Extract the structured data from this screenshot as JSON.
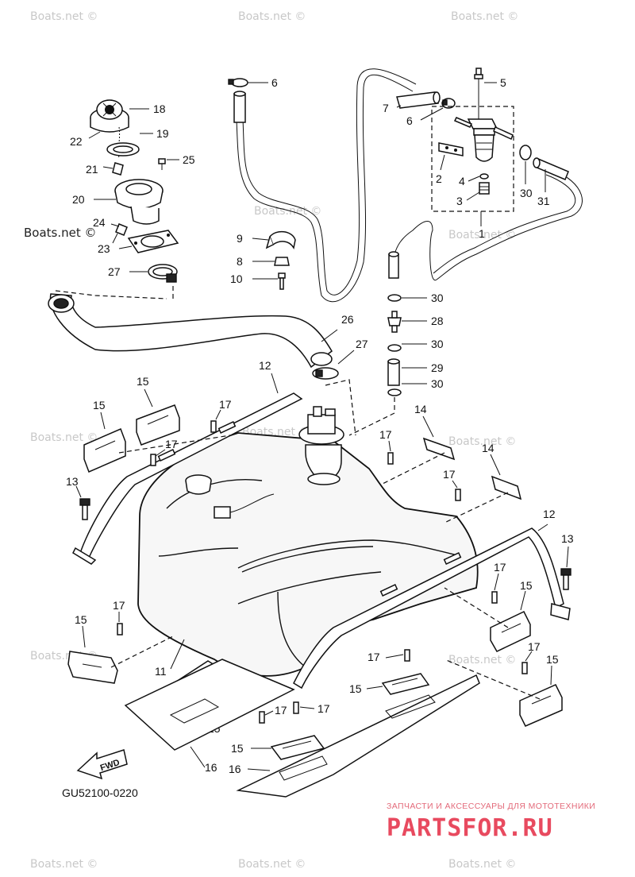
{
  "watermark": {
    "text": "Boats.net ©"
  },
  "diagram": {
    "code": "GU52100-0220",
    "fwd_label": "FWD",
    "callouts": {
      "c1": "1",
      "c2": "2",
      "c3": "3",
      "c4": "4",
      "c5": "5",
      "c6a": "6",
      "c6b": "6",
      "c7": "7",
      "c8": "8",
      "c9": "9",
      "c10": "10",
      "c11": "11",
      "c12a": "12",
      "c12b": "12",
      "c13a": "13",
      "c13b": "13",
      "c14a": "14",
      "c14b": "14",
      "c15a": "15",
      "c15b": "15",
      "c15c": "15",
      "c15d": "15",
      "c15e": "15",
      "c15f": "15",
      "c15g": "15",
      "c15h": "15",
      "c16a": "16",
      "c16b": "16",
      "c17a": "17",
      "c17b": "17",
      "c17c": "17",
      "c17d": "17",
      "c17e": "17",
      "c17f": "17",
      "c17g": "17",
      "c17h": "17",
      "c17i": "17",
      "c17j": "17",
      "c18": "18",
      "c19": "19",
      "c20": "20",
      "c21": "21",
      "c22": "22",
      "c23": "23",
      "c24": "24",
      "c25": "25",
      "c26": "26",
      "c27a": "27",
      "c27b": "27",
      "c28": "28",
      "c29": "29",
      "c30a": "30",
      "c30b": "30",
      "c30c": "30",
      "c30d": "30",
      "c31": "31"
    }
  },
  "branding": {
    "subtitle": "ЗАПЧАСТИ И АКСЕССУАРЫ ДЛЯ МОТОТЕХНИКИ",
    "logo_text": "PARTSFOR.RU"
  }
}
